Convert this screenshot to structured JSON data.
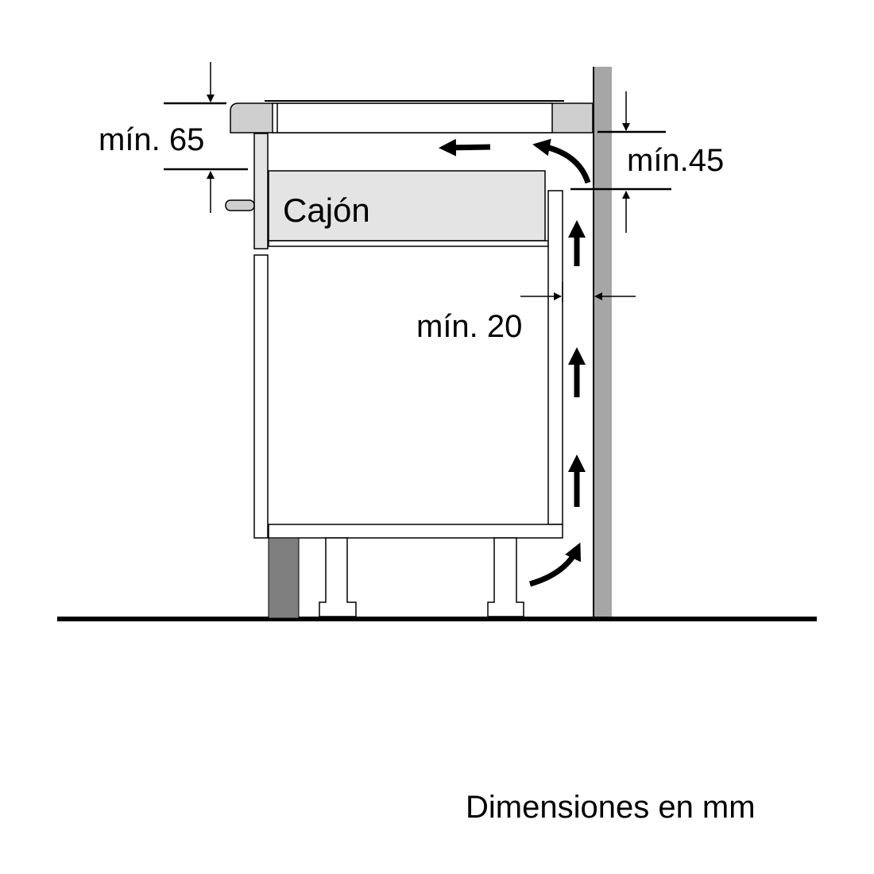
{
  "labels": {
    "drawer": "Cajón",
    "dim_top_left": "mín. 65",
    "dim_top_right": "mín.45",
    "dim_gap": "mín. 20",
    "units_note": "Dimensiones en mm"
  },
  "colors": {
    "wall": "#a6a6a6",
    "worktop_gray": "#cfcfcf",
    "drawer_fill": "#e4e4e4",
    "plinth": "#7f7f7f",
    "line": "#000000"
  }
}
